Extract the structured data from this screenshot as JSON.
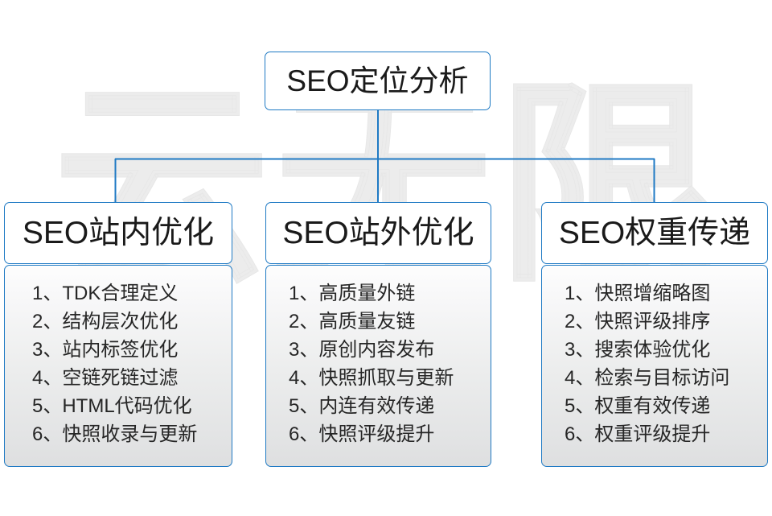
{
  "watermark": {
    "text": "云无限"
  },
  "palette": {
    "border_blue": "#1f7ac4",
    "connector_blue": "#1f7ac4",
    "text_dark": "#1a1a1a",
    "body_gradient_top": "#fdfdfd",
    "body_gradient_bottom": "#dedfe0",
    "watermark_gray": "#ececec",
    "page_background": "#ffffff"
  },
  "root": {
    "title": "SEO定位分析"
  },
  "columns": [
    {
      "title": "SEO站内优化",
      "items": [
        "1、TDK合理定义",
        "2、结构层次优化",
        "3、站内标签优化",
        "4、空链死链过滤",
        "5、HTML代码优化",
        "6、快照收录与更新"
      ]
    },
    {
      "title": "SEO站外优化",
      "items": [
        "1、高质量外链",
        "2、高质量友链",
        "3、原创内容发布",
        "4、快照抓取与更新",
        "5、内连有效传递",
        "6、快照评级提升"
      ]
    },
    {
      "title": "SEO权重传递",
      "items": [
        "1、快照增缩略图",
        "2、快照评级排序",
        "3、搜索体验优化",
        "4、检索与目标访问",
        "5、权重有效传递",
        "6、权重评级提升"
      ]
    }
  ]
}
